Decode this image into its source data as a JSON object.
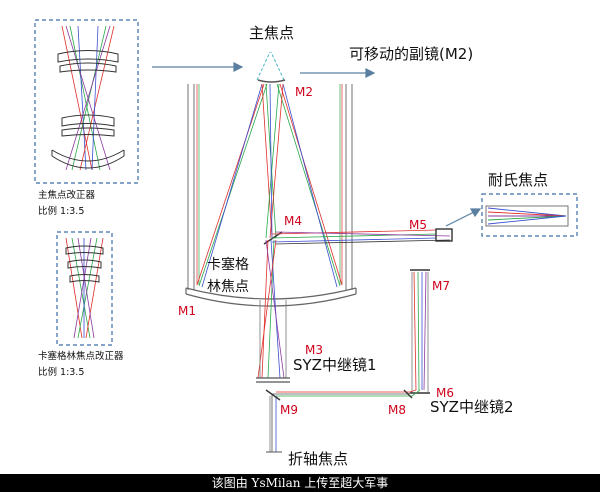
{
  "labels": {
    "prime_focus": "主焦点",
    "movable_secondary": "可移动的副镜(M2)",
    "nasmyth_focus": "耐氏焦点",
    "cassegrain_line1": "卡塞格",
    "cassegrain_line2": "林焦点",
    "syz_relay_1": "SYZ中继镜1",
    "syz_relay_2": "SYZ中继镜2",
    "folded_focus": "折轴焦点",
    "prime_corrector": "主焦点改正器",
    "prime_corrector_scale": "比例 1:3.5",
    "cass_corrector": "卡塞格林焦点改正器",
    "cass_corrector_scale": "比例 1:3.5"
  },
  "mirrors": {
    "m1": "M1",
    "m2": "M2",
    "m3": "M3",
    "m4": "M4",
    "m5": "M5",
    "m6": "M6",
    "m7": "M7",
    "m8": "M8",
    "m9": "M9"
  },
  "footer": {
    "credit": "该图由 YsMilan 上传至超大军事"
  },
  "colors": {
    "ray_red": "#e0302a",
    "ray_green": "#2aa84a",
    "ray_blue": "#3a4fd0",
    "ray_purple": "#8a3aa0",
    "structure": "#555555",
    "mirror_label": "#d0021b",
    "arrow": "#5a7fa0",
    "dashed_box": "#3a6fa8",
    "prime_cone": "#48b8c8"
  }
}
